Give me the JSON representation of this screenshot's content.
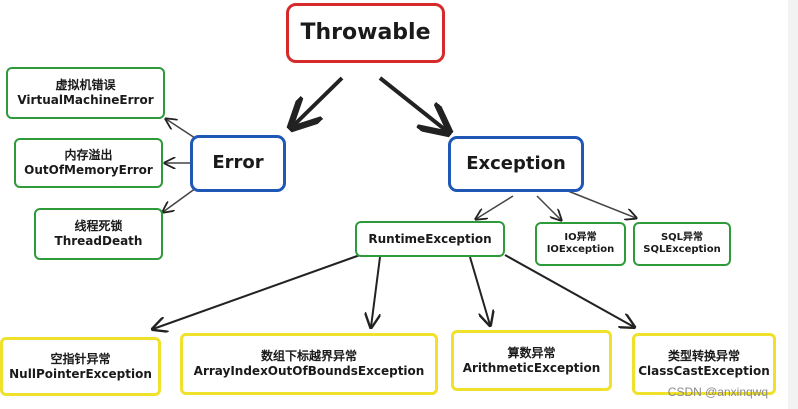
{
  "nodes": {
    "throwable": "Throwable",
    "error": "Error",
    "exception": "Exception",
    "vm_error": {
      "cn": "虚拟机错误",
      "en": "VirtualMachineError"
    },
    "oom_error": {
      "cn": "内存溢出",
      "en": "OutOfMemoryError"
    },
    "thread_death": {
      "cn": "线程死锁",
      "en": "ThreadDeath"
    },
    "runtime_exception": "RuntimeException",
    "io_exception": {
      "cn": "IO异常",
      "en": "IOException"
    },
    "sql_exception": {
      "cn": "SQL异常",
      "en": "SQLException"
    },
    "null_pointer": {
      "cn": "空指针异常",
      "en": "NullPointerException"
    },
    "array_index": {
      "cn": "数组下标越界异常",
      "en": "ArrayIndexOutOfBoundsException"
    },
    "arithmetic": {
      "cn": "算数异常",
      "en": "ArithmeticException"
    },
    "class_cast": {
      "cn": "类型转换异常",
      "en": "ClassCastException"
    }
  },
  "watermark": "CSDN @anxinqwq",
  "colors": {
    "root_border": "#d62a2a",
    "category_border": "#1f57b6",
    "subclass_border": "#2f9a3a",
    "leaf_border": "#f0e12a",
    "arrow": "#222222"
  }
}
